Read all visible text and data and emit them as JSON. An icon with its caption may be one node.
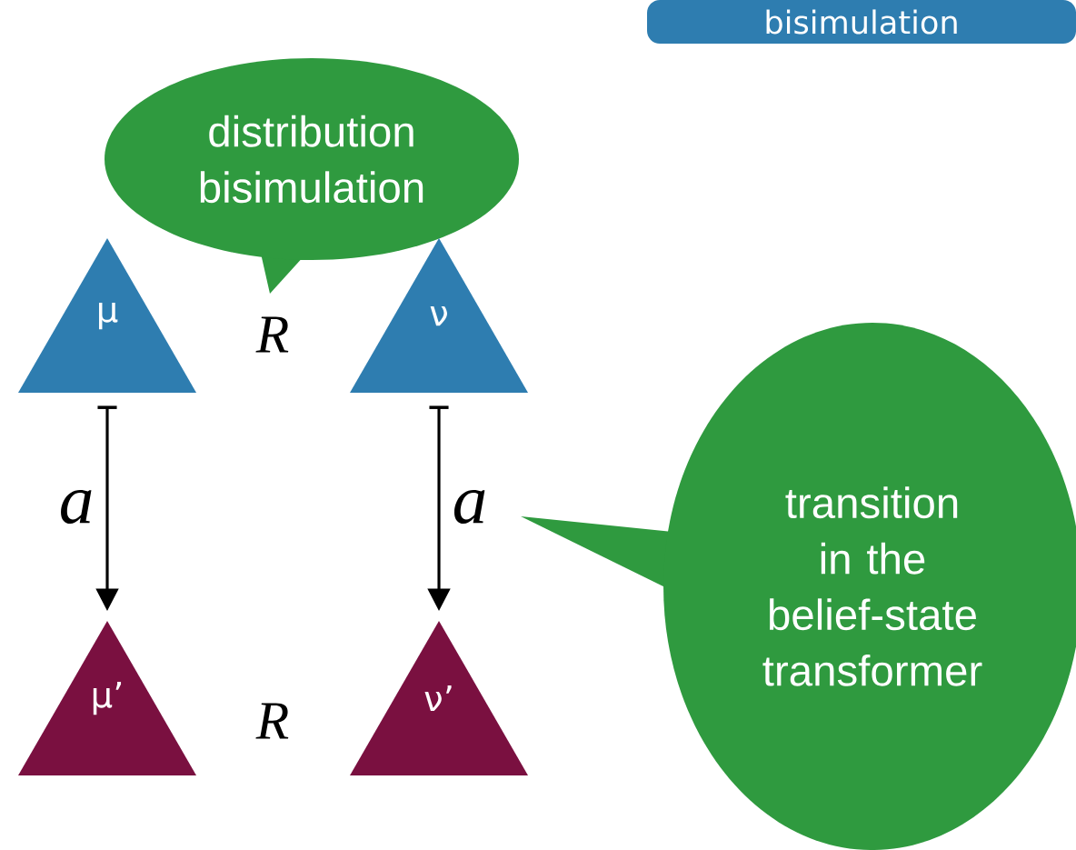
{
  "diagram": {
    "nodes": [
      {
        "text": [
          "bisimulation"
        ]
      },
      {
        "text": [
          "distribution bisimulation"
        ]
      },
      {
        "text": [
          "μ"
        ]
      },
      {
        "text": [
          "ν"
        ]
      },
      {
        "text": [
          "μ’"
        ]
      },
      {
        "text": [
          "ν’"
        ]
      },
      {
        "text": [
          "transition in the belief-state transformer"
        ]
      }
    ],
    "edges": [
      {
        "from": 2,
        "to": 4,
        "arrow": "to",
        "label": "a"
      },
      {
        "from": 3,
        "to": 5,
        "arrow": "to",
        "label": "a"
      }
    ],
    "labels": [
      "R",
      "R"
    ]
  }
}
